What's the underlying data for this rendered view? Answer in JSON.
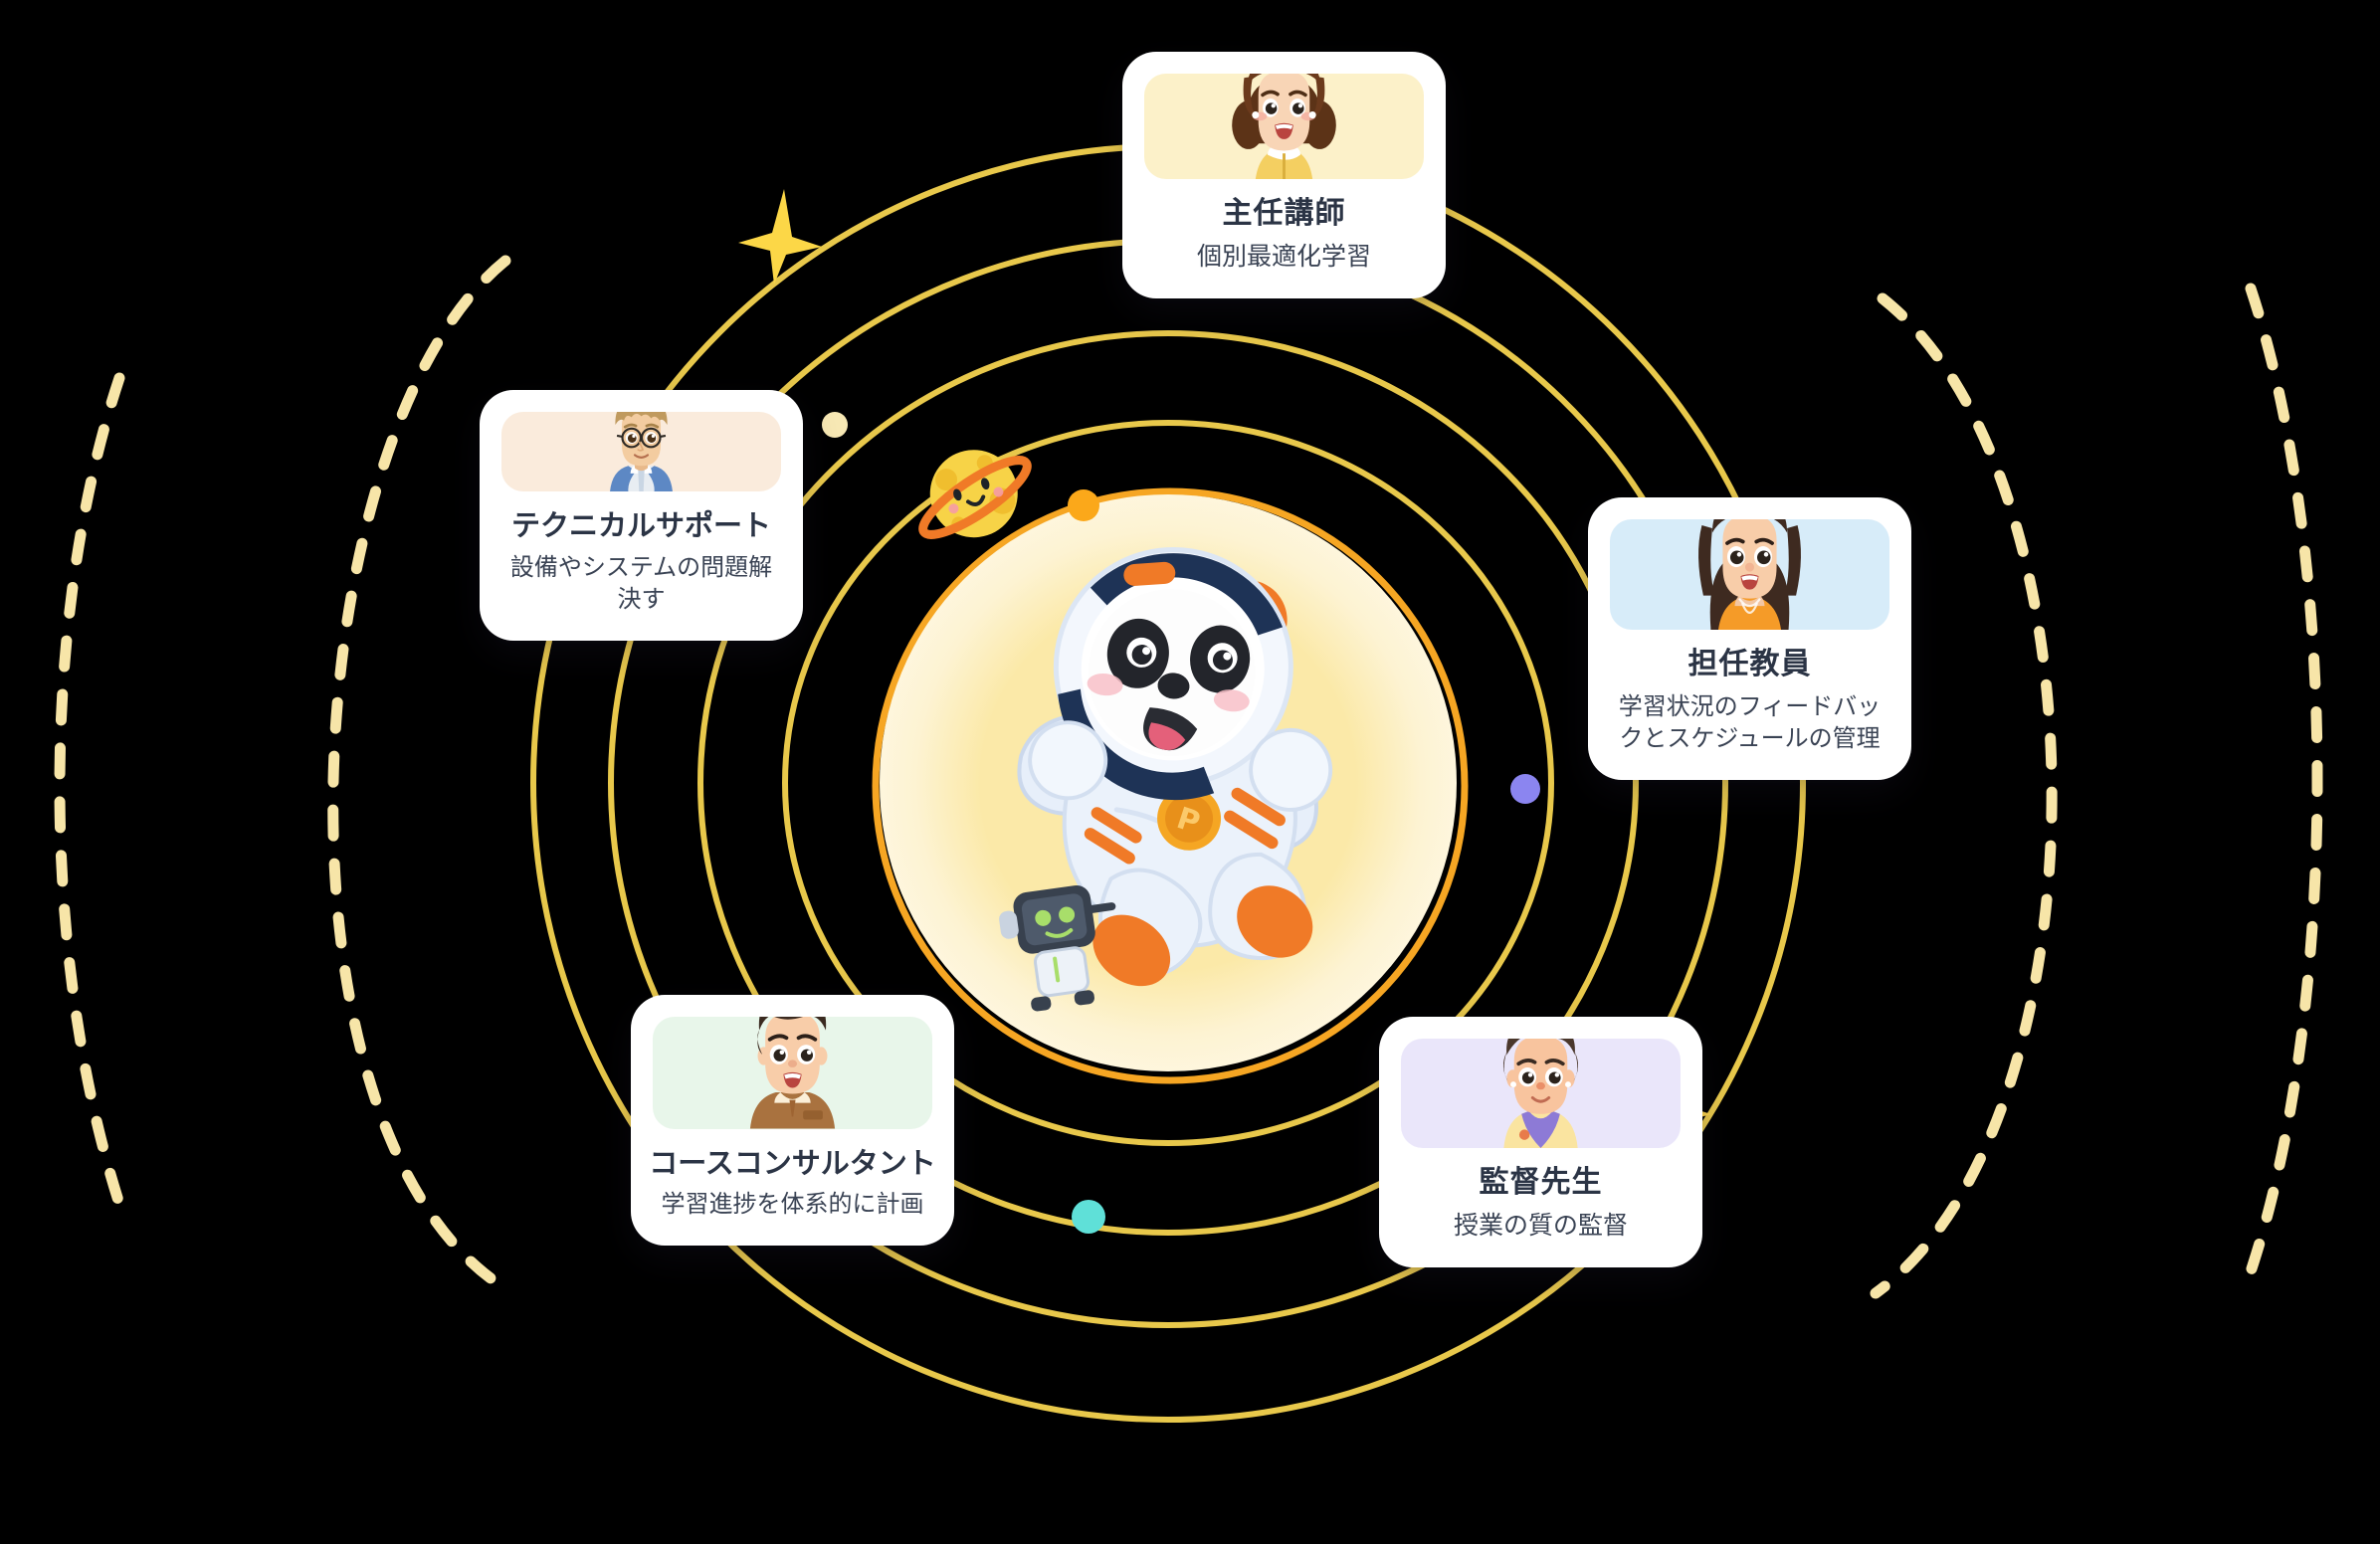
{
  "background_color": "#000000",
  "center": {
    "mascot_name": "panda-astronaut-mascot",
    "companion_name": "robot-companion",
    "glow_color": "#FBE9A8",
    "badge_letter": "P"
  },
  "decorations": {
    "planet_name": "saturn-planet-icon",
    "planet_color": "#F7D347",
    "planet_ring_color": "#F07A27",
    "sparkles": [
      {
        "name": "sparkle-star-top-left",
        "color": "#FCD747"
      },
      {
        "name": "sparkle-star-supervisor",
        "color": "#FCD34A"
      }
    ],
    "orbit_dots": [
      {
        "name": "orbit-dot-cream",
        "color": "#F7E8B4"
      },
      {
        "name": "orbit-dot-orange",
        "color": "#FBA81A"
      },
      {
        "name": "orbit-dot-purple",
        "color": "#8B85F0"
      },
      {
        "name": "orbit-dot-teal",
        "color": "#5FE0D8"
      }
    ],
    "ring_color": "#E8C84B",
    "dashed_ring_color": "#F7E5A8",
    "inner_ring_color": "#F6A623"
  },
  "cards": [
    {
      "id": "lead",
      "title": "主任講師",
      "description": "個別最適化学習",
      "avatar_name": "avatar-woman-brown-wavy-hair",
      "thumb_color": "#FCF1C9"
    },
    {
      "id": "tech",
      "title": "テクニカルサポート",
      "description": "設備やシステムの問題解決す",
      "avatar_name": "avatar-man-glasses-blond",
      "thumb_color": "#FAEBDC"
    },
    {
      "id": "homeroom",
      "title": "担任教員",
      "description": "学習状況のフィードバックとスケジュールの管理",
      "avatar_name": "avatar-woman-long-dark-hair",
      "thumb_color": "#D7ECF9"
    },
    {
      "id": "course",
      "title": "コースコンサルタント",
      "description": "学習進捗を体系的に計画",
      "avatar_name": "avatar-man-dark-hair-brown-sweater",
      "thumb_color": "#E8F6EA"
    },
    {
      "id": "super",
      "title": "監督先生",
      "description": "授業の質の監督",
      "avatar_name": "avatar-woman-bun-yellow-cardigan",
      "thumb_color": "#EAE6FA"
    }
  ]
}
